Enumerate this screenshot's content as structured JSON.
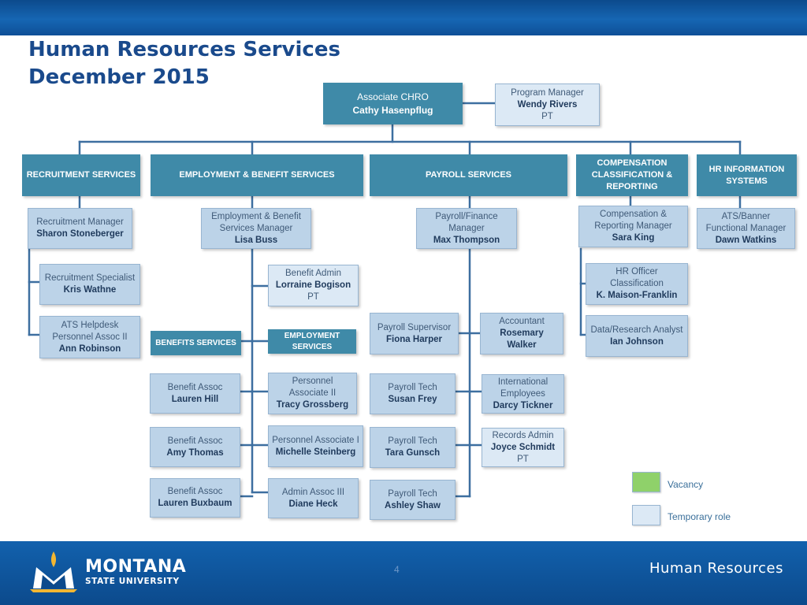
{
  "header": {
    "title_line1": "Human Resources Services",
    "title_line2": "December 2015"
  },
  "org": {
    "assoc_chro": {
      "role": "Associate CHRO",
      "name": "Cathy Hasenpflug"
    },
    "program_manager": {
      "role": "Program Manager",
      "name": "Wendy Rivers",
      "note": "PT"
    },
    "departments": {
      "recruitment": "RECRUITMENT SERVICES",
      "employment_benefit": "EMPLOYMENT & BENEFIT SERVICES",
      "payroll": "PAYROLL SERVICES",
      "compensation": "COMPENSATION CLASSIFICATION & REPORTING",
      "hr_info": "HR INFORMATION SYSTEMS"
    },
    "recruitment": {
      "manager": {
        "role": "Recruitment Manager",
        "name": "Sharon Stoneberger"
      },
      "specialist": {
        "role": "Recruitment Specialist",
        "name": "Kris Wathne"
      },
      "helpdesk": {
        "role": "ATS Helpdesk Personnel Assoc II",
        "name": "Ann Robinson"
      }
    },
    "employment_benefit": {
      "manager": {
        "role": "Employment & Benefit Services Manager",
        "name": "Lisa Buss"
      },
      "benefit_admin": {
        "role": "Benefit Admin",
        "name": "Lorraine Bogison",
        "note": "PT"
      },
      "benefits_services": "BENEFITS SERVICES",
      "employment_services": "EMPLOYMENT SERVICES",
      "benefit_assoc_1": {
        "role": "Benefit Assoc",
        "name": "Lauren Hill"
      },
      "benefit_assoc_2": {
        "role": "Benefit Assoc",
        "name": "Amy Thomas"
      },
      "benefit_assoc_3": {
        "role": "Benefit Assoc",
        "name": "Lauren Buxbaum"
      },
      "personnel_assoc_2": {
        "role": "Personnel Associate II",
        "name": "Tracy Grossberg"
      },
      "personnel_assoc_1": {
        "role": "Personnel Associate I",
        "name": "Michelle Steinberg"
      },
      "admin_assoc": {
        "role": "Admin Assoc III",
        "name": "Diane Heck"
      }
    },
    "payroll": {
      "manager": {
        "role": "Payroll/Finance Manager",
        "name": "Max Thompson"
      },
      "supervisor": {
        "role": "Payroll Supervisor",
        "name": "Fiona Harper"
      },
      "tech_1": {
        "role": "Payroll Tech",
        "name": "Susan Frey"
      },
      "tech_2": {
        "role": "Payroll Tech",
        "name": "Tara Gunsch"
      },
      "tech_3": {
        "role": "Payroll Tech",
        "name": "Ashley Shaw"
      },
      "accountant": {
        "role": "Accountant",
        "name": "Rosemary Walker"
      },
      "intl": {
        "role": "International Employees",
        "name": "Darcy Tickner"
      },
      "records": {
        "role": "Records Admin",
        "name": "Joyce Schmidt",
        "note": "PT"
      }
    },
    "compensation": {
      "manager": {
        "role": "Compensation & Reporting Manager",
        "name": "Sara King"
      },
      "hr_officer": {
        "role": "HR Officer Classification",
        "name": "K. Maison-Franklin"
      },
      "analyst": {
        "role": "Data/Research Analyst",
        "name": "Ian Johnson"
      }
    },
    "hr_info": {
      "manager": {
        "role": "ATS/Banner Functional Manager",
        "name": "Dawn Watkins"
      }
    }
  },
  "legend": {
    "vacancy": "Vacancy",
    "temporary": "Temporary role",
    "vacancy_color": "#8fd16a",
    "temporary_color": "#dce9f5"
  },
  "footer": {
    "page_number": "4",
    "logo_line1": "MONTANA",
    "logo_line2": "STATE UNIVERSITY",
    "right_title": "Human Resources"
  },
  "colors": {
    "header_box": "#3f8aa8",
    "position_box": "#bcd3e8",
    "connector": "#3d6fa0",
    "banner": "#0c4a8c"
  }
}
